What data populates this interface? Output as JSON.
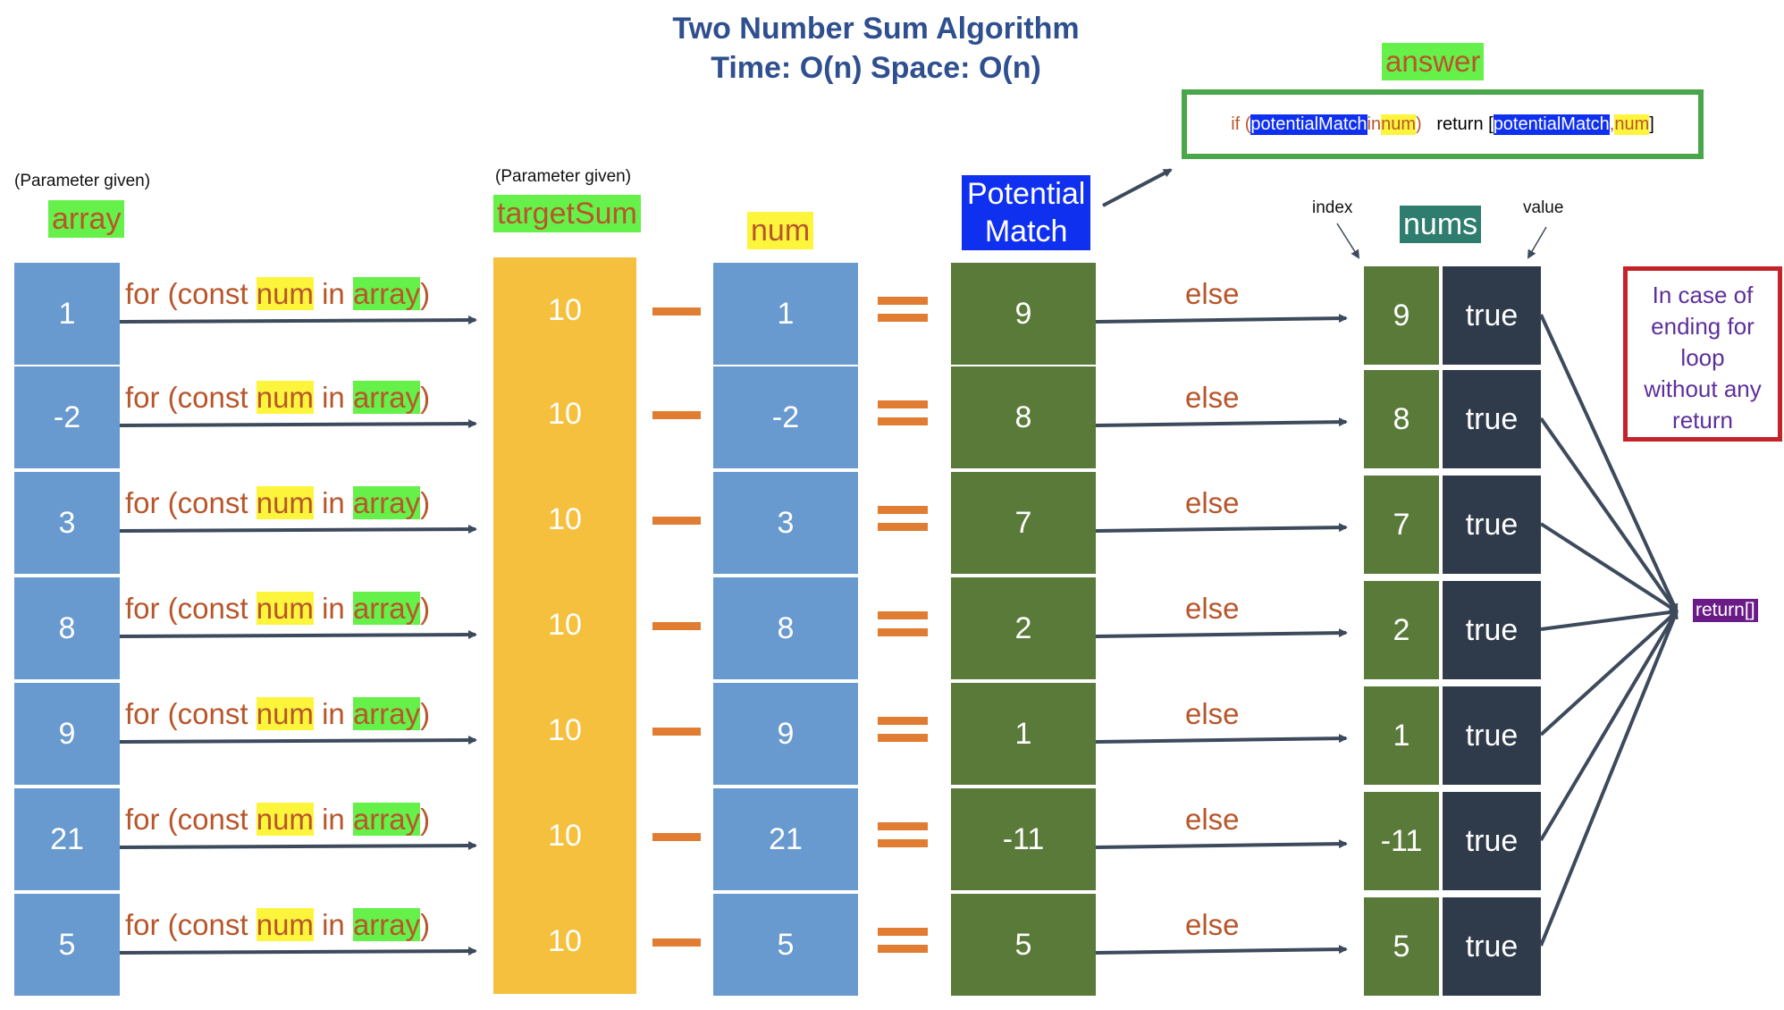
{
  "title": {
    "line1": "Two Number Sum Algorithm",
    "line2": "Time: O(n) Space: O(n)"
  },
  "labels": {
    "param_given": "(Parameter given)",
    "array": "array",
    "targetSum": "targetSum",
    "num": "num",
    "potential_line1": "Potential",
    "potential_line2": "Match",
    "nums": "nums",
    "index": "index",
    "value": "value",
    "answer": "answer",
    "else": "else"
  },
  "for_loop": {
    "prefix": "for (const ",
    "var": "num",
    "mid": " in ",
    "arr": "array",
    "suffix": ")"
  },
  "answer_code": {
    "if": "if (",
    "pm": "potentialMatch",
    "in": " in ",
    "num": "num",
    "close": ")",
    "ret": "return [",
    "pm2": "potentialMatch",
    "comma": ", ",
    "num2": "num",
    "end": "]"
  },
  "case_box": {
    "text1": "In case of",
    "text2": "ending for",
    "text3": "loop",
    "text4": "without any",
    "text5": "return"
  },
  "return_empty": "return[]",
  "rows": [
    {
      "array": "1",
      "target": "10",
      "num": "1",
      "match": "9",
      "index": "9",
      "value": "true"
    },
    {
      "array": "-2",
      "target": "10",
      "num": "-2",
      "match": "8",
      "index": "8",
      "value": "true"
    },
    {
      "array": "3",
      "target": "10",
      "num": "3",
      "match": "7",
      "index": "7",
      "value": "true"
    },
    {
      "array": "8",
      "target": "10",
      "num": "8",
      "match": "2",
      "index": "2",
      "value": "true"
    },
    {
      "array": "9",
      "target": "10",
      "num": "9",
      "match": "1",
      "index": "1",
      "value": "true"
    },
    {
      "array": "21",
      "target": "10",
      "num": "21",
      "match": "-11",
      "index": "-11",
      "value": "true"
    },
    {
      "array": "5",
      "target": "10",
      "num": "5",
      "match": "5",
      "index": "5",
      "value": "true"
    }
  ]
}
